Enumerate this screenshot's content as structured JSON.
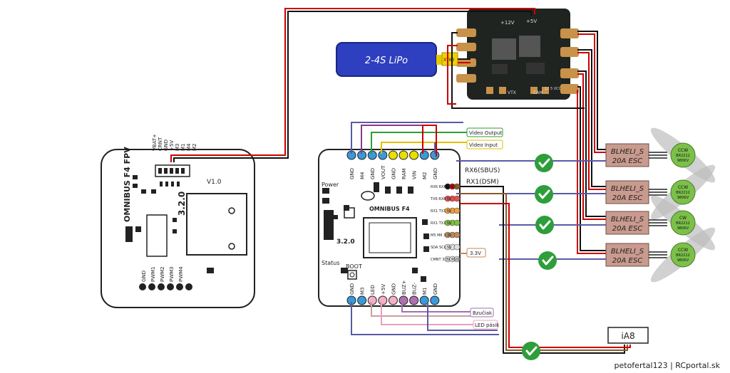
{
  "battery": {
    "label": "2-4S LiPo",
    "connector": "XT60"
  },
  "pdb": {
    "v12": "+12V",
    "v5": "+5V",
    "vtx": "VTX",
    "cam": "CAM",
    "vcc": "12 5 VCC"
  },
  "fpv_board": {
    "title": "OMNIBUS F4 FPV",
    "version": "3.2.0",
    "rev": "V1.0",
    "top_pins": [
      "VBAT+",
      "CRNT",
      "GND",
      "+5V",
      "M3",
      "M1",
      "M4",
      "M2"
    ],
    "bottom_pins": [
      "GND",
      "PWM1",
      "PWM2",
      "PWM3",
      "PWM4"
    ]
  },
  "fc": {
    "title": "OMNIBUS F4",
    "version": "3.2.0",
    "power": "Power",
    "status": "Status",
    "boot": "BOOT",
    "top_pins": [
      "GND",
      "M4",
      "GND",
      "VOUT",
      "GND",
      "RAM",
      "VIN",
      "M2",
      "GND"
    ],
    "bottom_pins": [
      "GND",
      "M3",
      "LED",
      "+5V",
      "GND",
      "BUZ+",
      "BUZ-",
      "M1",
      "GND"
    ],
    "side_pins": [
      "RX6 RX6 GND",
      "TX6 RX6 5V",
      "RX1 TX1 5V",
      "RX1 TX1 5V",
      "M5 M6 3.3V",
      "SDA SCL 5V",
      "CMNT 3.3V RSSI"
    ],
    "rx6": "RX6(SBUS)",
    "rx1": "RX1(DSM)"
  },
  "tags": {
    "video_output": "Video Output",
    "video_input": "Video Input",
    "v33": "3.3V",
    "buzzer": "Bzučiak",
    "led": "LED pásik"
  },
  "escs": [
    {
      "name": "BLHELI_S",
      "rating": "20A ESC"
    },
    {
      "name": "BLHELI_S",
      "rating": "20A ESC"
    },
    {
      "name": "BLHELI_S",
      "rating": "20A ESC"
    },
    {
      "name": "BLHELI_S",
      "rating": "20A ESC"
    }
  ],
  "motors": [
    {
      "dir": "CCW",
      "model": "BR2212",
      "kv": "980KV"
    },
    {
      "dir": "CCW",
      "model": "BR2212",
      "kv": "980KV"
    },
    {
      "dir": "CW",
      "model": "BR2212",
      "kv": "980KV"
    },
    {
      "dir": "CCW",
      "model": "BR2212",
      "kv": "980KV"
    }
  ],
  "receiver": {
    "label": "iA8"
  },
  "credit": "petofertal123 | RCportal.sk",
  "colors": {
    "battery": "#2e3fbf",
    "check": "#2e9e3a",
    "esc": "#c99a8e",
    "motor": "#7cc04a",
    "red": "#cc0000",
    "black": "#111111"
  }
}
